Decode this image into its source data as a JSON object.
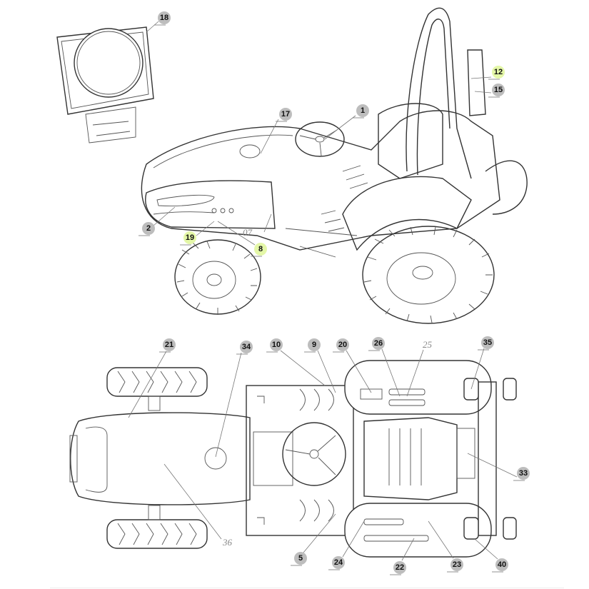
{
  "diagram": {
    "callouts": {
      "c18": "18",
      "c1": "1",
      "c17": "17",
      "c12": "12",
      "c15": "15",
      "c2": "2",
      "c19": "19",
      "c8": "8",
      "c21": "21",
      "c34": "34",
      "c10": "10",
      "c9": "9",
      "c20": "20",
      "c26": "26",
      "c35": "35",
      "c33": "33",
      "c5": "5",
      "c24": "24",
      "c22": "22",
      "c23": "23",
      "c40": "40"
    },
    "handwritten": {
      "h07": "07",
      "h25": "25",
      "h36": "36"
    },
    "highlight_color": "#e4f7a8",
    "badge_color": "#bdbdbd"
  }
}
